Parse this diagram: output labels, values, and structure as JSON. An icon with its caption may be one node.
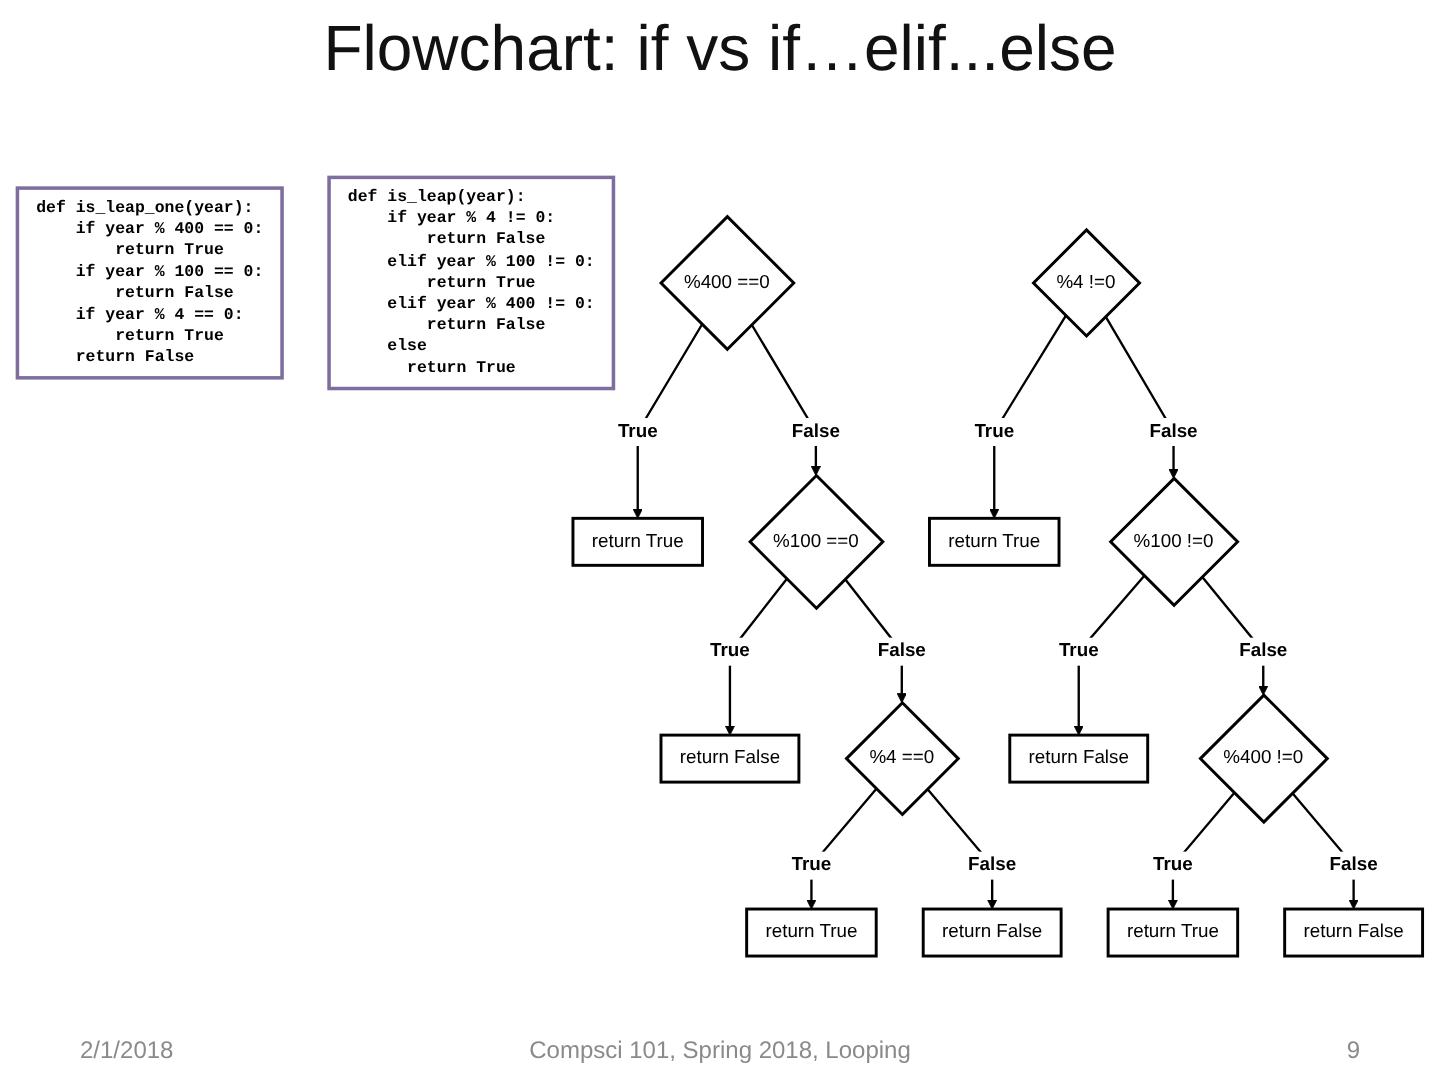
{
  "diagram": {
    "title": "Flowchart: if vs if…elif...else",
    "nodes": [
      {
        "text": [
          "def is_leap_one(year):",
          "if year % 400 == 0:",
          "return True",
          "if year % 100 == 0:",
          "return False",
          "if year % 4 == 0:",
          "return True",
          "return False"
        ]
      },
      {
        "text": [
          "%400 ==0"
        ]
      },
      {
        "text": [
          "return True"
        ]
      },
      {
        "text": [
          "%100 ==0"
        ]
      },
      {
        "text": [
          "return False"
        ]
      },
      {
        "text": [
          "%4 ==0"
        ]
      },
      {
        "text": [
          "return True"
        ]
      },
      {
        "text": [
          "return False"
        ]
      },
      {
        "text": [
          "def is_leap(year):",
          "if year % 4 != 0:",
          "return False",
          "elif year % 100 != 0:",
          "return True",
          "elif year % 400 != 0:",
          "return False",
          "else",
          "return True"
        ]
      },
      {
        "text": [
          "%4 !=0"
        ]
      },
      {
        "text": [
          "return True"
        ]
      },
      {
        "text": [
          "%100 !=0"
        ]
      },
      {
        "text": [
          "return False"
        ]
      },
      {
        "text": [
          "%400 !=0"
        ]
      },
      {
        "text": [
          "return True"
        ]
      },
      {
        "text": [
          "return False"
        ]
      }
    ],
    "edges": [
      {
        "from": 1,
        "to": 2,
        "arrow": "to",
        "label": "True"
      },
      {
        "from": 1,
        "to": 3,
        "arrow": "to",
        "label": "False"
      },
      {
        "from": 3,
        "to": 4,
        "arrow": "to",
        "label": "True"
      },
      {
        "from": 3,
        "to": 5,
        "arrow": "to",
        "label": "False"
      },
      {
        "from": 5,
        "to": 6,
        "arrow": "to",
        "label": "True"
      },
      {
        "from": 5,
        "to": 7,
        "arrow": "to",
        "label": "False"
      },
      {
        "from": 9,
        "to": 10,
        "arrow": "to",
        "label": "True"
      },
      {
        "from": 9,
        "to": 11,
        "arrow": "to",
        "label": "False"
      },
      {
        "from": 11,
        "to": 12,
        "arrow": "to",
        "label": "True"
      },
      {
        "from": 11,
        "to": 13,
        "arrow": "to",
        "label": "False"
      },
      {
        "from": 13,
        "to": 14,
        "arrow": "to",
        "label": "True"
      },
      {
        "from": 13,
        "to": 15,
        "arrow": "to",
        "label": "False"
      }
    ],
    "labels": [
      "2/1/2018",
      "Compsci 101, Spring 2018, Looping",
      "9"
    ]
  }
}
